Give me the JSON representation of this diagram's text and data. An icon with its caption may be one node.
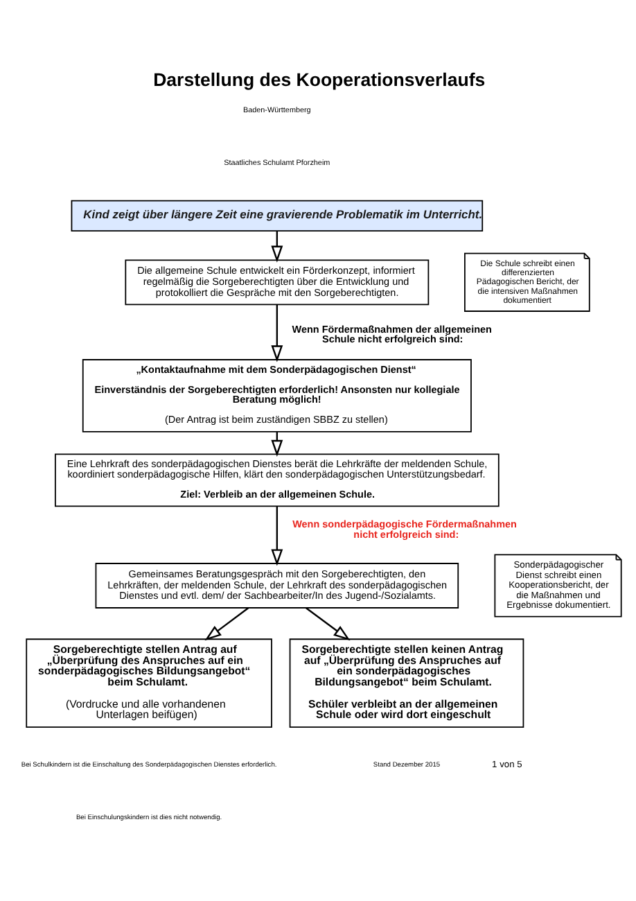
{
  "diagram": {
    "title": "Darstellung des Kooperationsverlaufs",
    "nodes": [
      {
        "text": [
          "Kind zeigt über längere Zeit eine gravierende Problematik im Unterricht."
        ]
      },
      {
        "text": [
          "Die allgemeine Schule entwickelt ein Förderkonzept, informiert regelmäßig die Sorgeberechtigten über die Entwicklung und protokolliert die Gespräche mit den Sorgeberechtigten."
        ]
      },
      {
        "text": [
          "Die Schule schreibt einen differenzierten Pädagogischen Bericht, der die intensiven Maßnahmen dokumentiert"
        ]
      },
      {
        "text": [
          "„Kontaktaufnahme mit dem Sonderpädagogischen Dienst“",
          "Einverständnis der Sorgeberechtigten erforderlich! Ansonsten nur kollegiale Beratung möglich!",
          "(Der Antrag ist beim zuständigen SBBZ zu stellen)"
        ]
      },
      {
        "text": [
          "Eine Lehrkraft des sonderpädagogischen Dienstes berät die Lehrkräfte der meldenden Schule, koordiniert sonderpädagogische Hilfen, klärt den sonderpädagogischen Unterstützungsbedarf.",
          "Ziel: Verbleib an der allgemeinen Schule."
        ]
      },
      {
        "text": [
          "Sonderpädagogischer Dienst schreibt einen Kooperationsbericht, der die Maßnahmen und Ergebnisse dokumentiert."
        ]
      },
      {
        "text": [
          "Gemeinsames Beratungsgespräch mit den Sorgeberechtigten, den Lehrkräften, der meldenden Schule, der Lehrkraft des sonderpädagogischen Dienstes und evtl. dem/ der Sachbearbeiter/In des Jugend-/Sozialamts."
        ]
      },
      {
        "text": [
          "Sorgeberechtigte stellen Antrag auf „Überprüfung des Anspruches auf ein sonderpädagogisches Bildungsangebot“ beim Schulamt.",
          "(Vordrucke und alle vorhandenen Unterlagen beifügen)"
        ]
      },
      {
        "text": [
          "Sorgeberechtigte stellen keinen Antrag auf „Überprüfung des Anspruches auf ein sonderpädagogisches Bildungsangebot“ beim Schulamt.",
          "Schüler verbleibt an der allgemeinen Schule oder wird dort eingeschult"
        ]
      }
    ],
    "edges": [
      {
        "from": 0,
        "to": 1,
        "arrow": "to"
      },
      {
        "from": 1,
        "to": 3,
        "arrow": "to",
        "label": "Wenn Fördermaßnahmen der allgemeinen Schule nicht erfolgreich sind:"
      },
      {
        "from": 3,
        "to": 4,
        "arrow": "to"
      },
      {
        "from": 4,
        "to": 6,
        "arrow": "to",
        "label": "Wenn sonderpädagogische Fördermaßnahmen nicht erfolgreich sind:"
      },
      {
        "from": 6,
        "to": 7,
        "arrow": "to"
      },
      {
        "from": 6,
        "to": 8,
        "arrow": "to"
      }
    ],
    "labels": [
      "Baden-Württemberg",
      "Staatliches Schulamt Pforzheim",
      "Bei Schulkindern ist die Einschaltung des Sonderpädagogischen Dienstes erforderlich.",
      "Bei Einschulungskindern ist dies nicht notwendig.",
      "Stand Dezember 2015",
      "1 von 5"
    ]
  }
}
